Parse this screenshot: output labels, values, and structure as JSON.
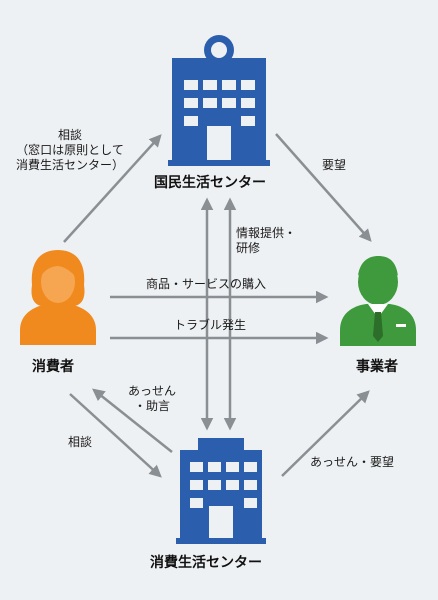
{
  "nodes": {
    "national_center": "国民生活センター",
    "consumer": "消費者",
    "business": "事業者",
    "local_center": "消費生活センター"
  },
  "edges": {
    "consult_top_line1": "相談",
    "consult_top_line2": "（窓口は原則として",
    "consult_top_line3": "消費生活センター）",
    "request_top": "要望",
    "info_line1": "情報提供・",
    "info_line2": "研修",
    "purchase": "商品・サービスの購入",
    "trouble": "トラブル発生",
    "mediation_line1": "あっせん",
    "mediation_line2": "・助言",
    "consult_bottom": "相談",
    "mediation_request": "あっせん・要望"
  },
  "colors": {
    "building": "#2b5fae",
    "consumer": "#f08a1e",
    "business": "#3e9a3c",
    "arrow": "#8a8f94"
  }
}
